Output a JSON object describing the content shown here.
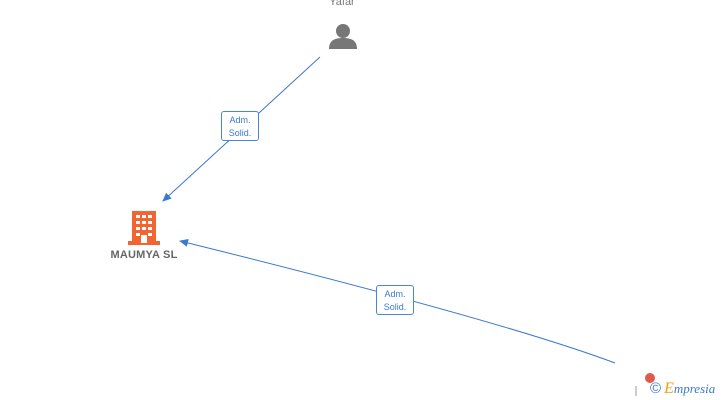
{
  "nodes": {
    "person_top": {
      "name": "Yafar",
      "type": "person",
      "icon": "person-icon",
      "color": "#777777"
    },
    "company": {
      "name": "MAUMYA SL",
      "type": "company",
      "icon": "building-icon",
      "color": "#f26430"
    },
    "person_bottom": {
      "name": "",
      "type": "person",
      "icon": "person-icon",
      "color": "#e05a4a"
    }
  },
  "edges": [
    {
      "from": "person_top",
      "to": "company",
      "label_line1": "Adm.",
      "label_line2": "Solid.",
      "color": "#3b78d0"
    },
    {
      "from": "person_bottom",
      "to": "company",
      "label_line1": "Adm.",
      "label_line2": "Solid.",
      "color": "#3b78d0"
    }
  ],
  "watermark": {
    "copyright": "©",
    "brand_initial": "E",
    "brand_rest": "mpresia"
  }
}
